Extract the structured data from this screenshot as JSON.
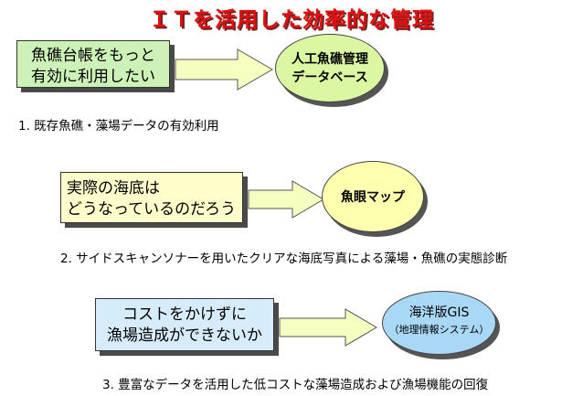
{
  "title": "ＩＴを活用した効率的な管理",
  "rows": [
    {
      "box_lines": [
        "魚礁台帳をもっと",
        "有効に利用したい"
      ],
      "target_lines": [
        "人工魚礁管理",
        "データベース"
      ],
      "caption": "1. 既存魚礁・藻場データの有効利用"
    },
    {
      "box_lines": [
        "実際の海底は",
        "どうなっているのだろう"
      ],
      "target_lines": [
        "魚眼マップ"
      ],
      "caption": "2. サイドスキャンソナーを用いたクリアな海底写真による藻場・魚礁の実態診断"
    },
    {
      "box_lines": [
        "コストをかけずに",
        "漁場造成ができないか"
      ],
      "target_lines": [
        "海洋版GIS",
        "（地理情報システム）"
      ],
      "caption": "3. 豊富なデータを活用した低コストな藻場造成および漁場機能の回復"
    }
  ],
  "colors": {
    "title": "#e01010",
    "box1": "#ccf2b8",
    "box2": "#ffffcc",
    "box3": "#d6ecfa",
    "target1": "#dcf7a2",
    "target2": "#ffffb0",
    "target3": "#a9d8f5",
    "arrow_fill": "#f6ffc0"
  }
}
